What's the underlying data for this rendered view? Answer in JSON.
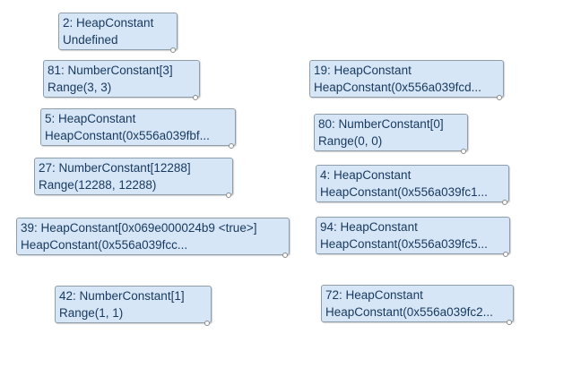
{
  "view": {
    "name": "compiler-graph-view",
    "background": "#ffffff"
  },
  "colors": {
    "node_fill": "#d7e6f6",
    "node_border": "#8e9daa",
    "node_text": "#16395f",
    "port_fill": "#fdfdfd",
    "port_border": "#8a8a8a"
  },
  "nodes": [
    {
      "label": "2: HeapConstant",
      "detail": "Undefined"
    },
    {
      "label": "81: NumberConstant[3]",
      "detail": "Range(3, 3)"
    },
    {
      "label": "5: HeapConstant",
      "detail": "HeapConstant(0x556a039fbf..."
    },
    {
      "label": "27: NumberConstant[12288]",
      "detail": "Range(12288, 12288)"
    },
    {
      "label": "39: HeapConstant[0x069e000024b9 <true>]",
      "detail": "HeapConstant(0x556a039fcc..."
    },
    {
      "label": "42: NumberConstant[1]",
      "detail": "Range(1, 1)"
    },
    {
      "label": "19: HeapConstant",
      "detail": "HeapConstant(0x556a039fcd..."
    },
    {
      "label": "80: NumberConstant[0]",
      "detail": "Range(0, 0)"
    },
    {
      "label": "4: HeapConstant",
      "detail": "HeapConstant(0x556a039fc1..."
    },
    {
      "label": "94: HeapConstant",
      "detail": "HeapConstant(0x556a039fc5..."
    },
    {
      "label": "72: HeapConstant",
      "detail": "HeapConstant(0x556a039fc2..."
    }
  ]
}
